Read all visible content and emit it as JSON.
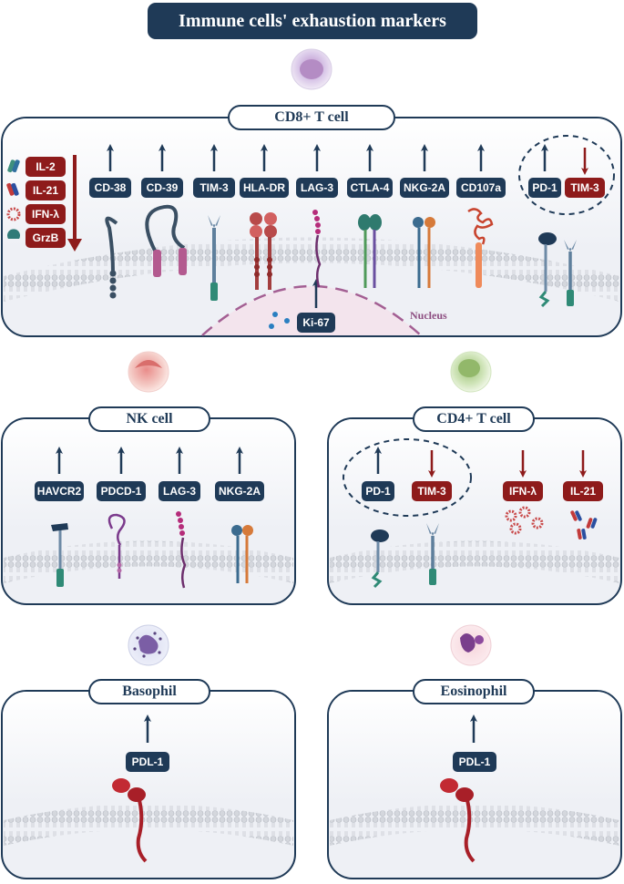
{
  "title": "Immune cells' exhaustion markers",
  "cd8": {
    "title": "CD8+ T cell",
    "down_list": [
      "IL-2",
      "IL-21",
      "IFN-λ",
      "GrzB"
    ],
    "up_markers": [
      "CD-38",
      "CD-39",
      "TIM-3",
      "HLA-DR",
      "LAG-3",
      "CTLA-4",
      "NKG-2A",
      "CD107a"
    ],
    "pair": [
      "PD-1",
      "TIM-3"
    ],
    "nucleus_label": "Nucleus",
    "nuclear_marker": "Ki-67"
  },
  "nk": {
    "title": "NK cell",
    "up_markers": [
      "HAVCR2",
      "PDCD-1",
      "LAG-3",
      "NKG-2A"
    ]
  },
  "cd4": {
    "title": "CD4+ T cell",
    "pair": [
      "PD-1",
      "TIM-3"
    ],
    "down_markers": [
      "IFN-λ",
      "IL-21"
    ]
  },
  "basophil": {
    "title": "Basophil",
    "marker": "PDL-1"
  },
  "eosinophil": {
    "title": "Eosinophil",
    "marker": "PDL-1"
  },
  "colors": {
    "navy": "#1f3a57",
    "dark_red": "#8e1b1b",
    "membrane": "#c9ccd3"
  }
}
